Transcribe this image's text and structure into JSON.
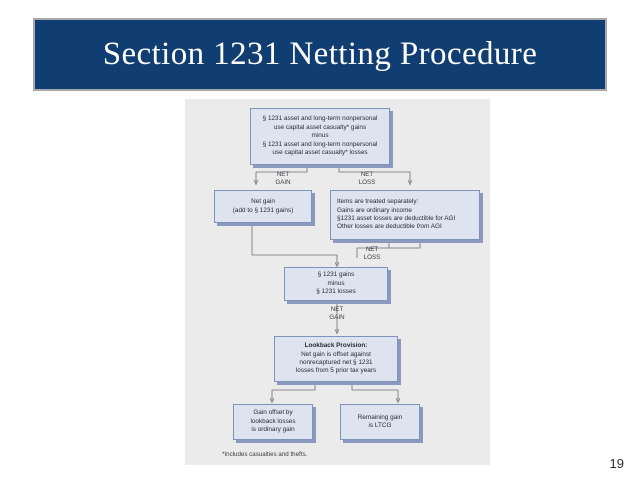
{
  "slide": {
    "title": "Section 1231 Netting Procedure",
    "page_number": "19",
    "title_bg_color": "#103d72",
    "title_text_color": "#ffffff",
    "panel_bg_color": "#ebebeb",
    "box_fill_color": "#dde4f0",
    "box_border_color": "#7f93ba",
    "box_shadow_color": "#8a99bd"
  },
  "figure": {
    "footnote": "*Includes casualties and thefts.",
    "boxes": {
      "top_netting": {
        "lines": [
          "§ 1231 asset and long-term nonpersonal",
          "use capital asset casualty* gains",
          "minus",
          "§ 1231 asset and long-term nonpersonal",
          "use capital asset casualty* losses"
        ]
      },
      "net_gain_box": {
        "lines": [
          "Net gain",
          "(add to § 1231 gains)"
        ]
      },
      "net_loss_box": {
        "lines": [
          "Items are treated separately:",
          "Gains are ordinary income",
          "§1231 asset losses are deductible for AGI"
        ],
        "last_line_prefix": "Other losses are deductible ",
        "last_line_italic": "from",
        "last_line_suffix": " AGI"
      },
      "gains_minus_losses": {
        "lines": [
          "§ 1231 gains",
          "minus",
          "§ 1231 losses"
        ]
      },
      "lookback": {
        "heading": "Lookback Provision:",
        "lines": [
          "Net gain is offset against",
          "nonrecaptured net § 1231",
          "losses from 5 prior tax years"
        ]
      },
      "ordinary_gain": {
        "lines": [
          "Gain offset by",
          "lookback losses",
          "is ordinary gain"
        ]
      },
      "ltcg": {
        "lines": [
          "Remaining gain",
          "is LTCG"
        ]
      }
    },
    "edge_labels": {
      "top_left": {
        "line1": "NET",
        "line2": "GAIN"
      },
      "top_right": {
        "line1": "NET",
        "line2": "LOSS"
      },
      "mid_right": {
        "line1": "NET",
        "line2": "LOSS"
      },
      "mid_center": {
        "line1": "NET",
        "line2": "GAIN"
      }
    }
  }
}
